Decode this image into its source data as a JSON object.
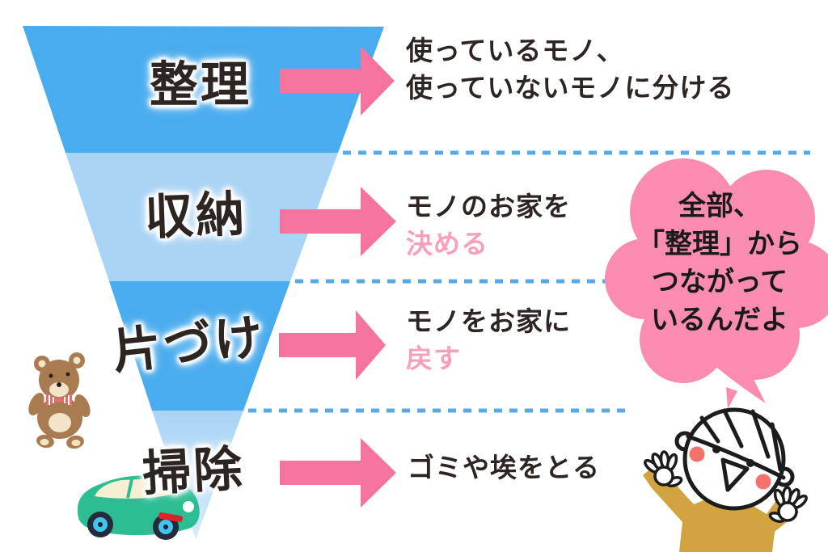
{
  "funnel": {
    "rows": [
      {
        "label": "整理",
        "desc_line1": "使っているモノ、",
        "desc_line2": "使っていないモノに分ける"
      },
      {
        "label": "収納",
        "desc_line1": "モノのお家を",
        "desc_line2": "決める"
      },
      {
        "label": "片づけ",
        "desc_line1": "モノをお家に",
        "desc_line2": "戻す"
      },
      {
        "label": "掃除",
        "desc_line1": "ゴミや埃をとる",
        "desc_line2": ""
      }
    ]
  },
  "speech_bubble": {
    "lines": [
      "全部、",
      "「整理」から",
      "つながって",
      "いるんだよ"
    ]
  },
  "illustrations": {
    "teddy_bear": "teddy-bear-toy",
    "toy_car": "green-toy-car",
    "child": "waving-child-with-cap"
  },
  "colors": {
    "funnel_dark_blue": "#49ACEE",
    "funnel_light_blue": "#A9D4F5",
    "dashed_line_blue": "#58A9E8",
    "arrow_pink": "#F5739F",
    "pink_text": "#F89FBC",
    "dark_text": "#2D2522",
    "bubble_pink": "#F98CB0",
    "bubble_text": "#1A1A1A",
    "bear_brown": "#A87B50",
    "bear_cream": "#F3E3C9",
    "bow_red": "#E96A6A",
    "car_green": "#2CBE92",
    "car_window_cream": "#F8EED2",
    "wheel_cyan": "#3EC7EE",
    "tire_dark": "#262B3C",
    "stripe_red": "#D8262B",
    "child_shirt_mustard": "#D1A43F",
    "cheek_coral": "#F4726C",
    "outline_black": "#1C1C1C"
  }
}
